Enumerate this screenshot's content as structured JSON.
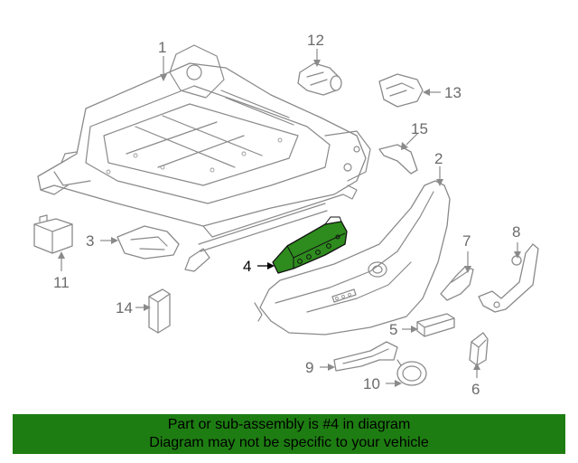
{
  "diagram": {
    "callouts": [
      "1",
      "2",
      "3",
      "4",
      "5",
      "6",
      "7",
      "8",
      "9",
      "10",
      "11",
      "12",
      "13",
      "14",
      "15"
    ],
    "highlight_color": "#2e8b1e"
  },
  "banner": {
    "line1": "Part or sub-assembly is #4 in diagram",
    "line2": "Diagram may not be specific to your vehicle",
    "color": "#1e7d12"
  }
}
